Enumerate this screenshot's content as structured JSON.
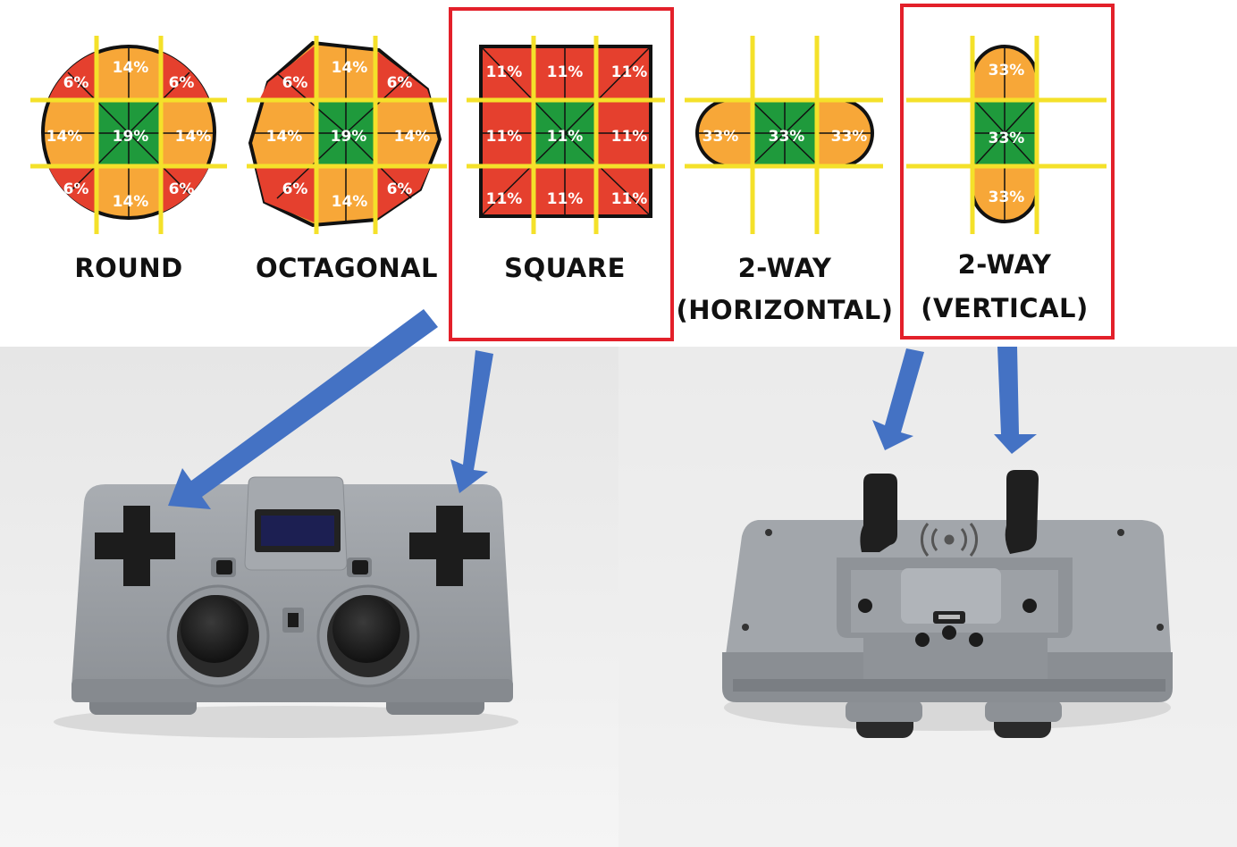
{
  "gates": {
    "round": {
      "label": "ROUND",
      "center": "19%",
      "edge": "14%",
      "corner": "6%"
    },
    "octagonal": {
      "label": "OCTAGONAL",
      "center": "19%",
      "edge": "14%",
      "corner": "6%"
    },
    "square": {
      "label": "SQUARE",
      "cell": "11%"
    },
    "horizontal": {
      "line1": "2-WAY",
      "line2": "(HORIZONTAL)",
      "cell": "33%"
    },
    "vertical": {
      "line1": "2-WAY",
      "line2": "(VERTICAL)",
      "cell": "33%"
    }
  },
  "colors": {
    "green": "#1f9a3c",
    "orange": "#f7a738",
    "red": "#e5402e",
    "grid_yellow": "#f4e12a",
    "highlight_red": "#e3202a",
    "arrow_blue": "#4472c4",
    "controller_grey": "#9da1a6",
    "background_photo": "#ececec"
  },
  "photos": {
    "left": "3d-printed-gamepad-front-with-dpads-joysticks-and-screen",
    "right": "3d-printed-gamepad-top-with-2-way-levers-and-usb-port"
  }
}
